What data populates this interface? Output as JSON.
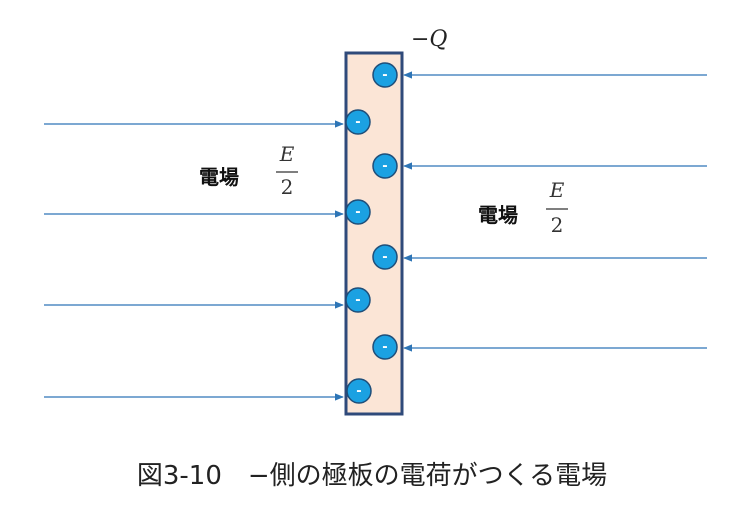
{
  "plate": {
    "charge_label": "−Q",
    "fill_color": "#fbe5d6",
    "border_color": "#2f4a7a",
    "charge_sign": "-",
    "charge_count": 8
  },
  "charge_color": "#1ba1e2",
  "arrow_color": "#2e75b6",
  "field_left": {
    "label": "電場",
    "numerator": "E",
    "denominator": "2",
    "direction": "toward-plate",
    "arrow_count": 4
  },
  "field_right": {
    "label": "電場",
    "numerator": "E",
    "denominator": "2",
    "direction": "toward-plate",
    "arrow_count": 4
  },
  "caption": "図3-10　−側の極板の電荷がつくる電場"
}
